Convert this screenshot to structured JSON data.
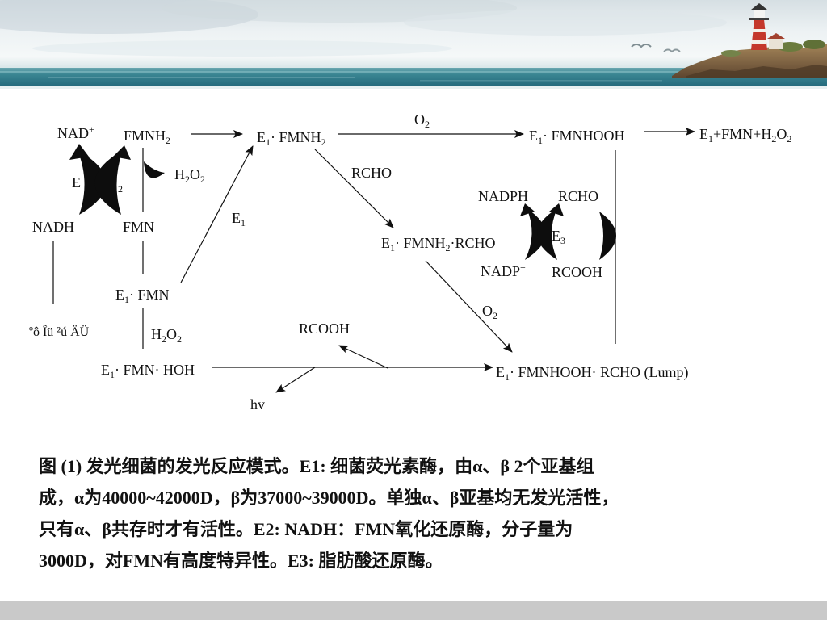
{
  "banner": {
    "illustration": "seascape-lighthouse"
  },
  "colors": {
    "sea": "#357f8c",
    "footer_bar": "#c9c9c9",
    "diagram_ink": "#111111"
  },
  "diagram": {
    "nodes": {
      "e1_fmnh2": [
        "E",
        {
          "sub": "1"
        },
        "· FMNH",
        {
          "sub": "2"
        }
      ],
      "e1_fmnhooh": [
        "E",
        {
          "sub": "1"
        },
        "· FMNHOOH"
      ],
      "products": [
        "E",
        {
          "sub": "1"
        },
        "+FMN+H",
        {
          "sub": "2"
        },
        "O",
        {
          "sub": "2"
        }
      ],
      "e1_fmnh2_rcho": [
        "E",
        {
          "sub": "1"
        },
        "· FMNH",
        {
          "sub": "2"
        },
        "·RCHO"
      ],
      "e1_fmn": [
        "E",
        {
          "sub": "1"
        },
        "· FMN"
      ],
      "e1_fmn_hoh": [
        "E",
        {
          "sub": "1"
        },
        "· FMN· HOH"
      ],
      "lump": [
        "E",
        {
          "sub": "1"
        },
        "· FMNHOOH· RCHO (Lump)"
      ]
    },
    "cofactors": {
      "nad_plus": [
        "NAD",
        {
          "sup": "+"
        }
      ],
      "fmnh2": [
        "FMNH",
        {
          "sub": "2"
        }
      ],
      "nadh": [
        "NADH"
      ],
      "fmn": [
        "FMN"
      ],
      "nadph": [
        "NADPH"
      ],
      "nadp_plus": [
        "NADP",
        {
          "sup": "+"
        }
      ],
      "rcho_e3": [
        "RCHO"
      ],
      "rcooh_e3": [
        "RCOOH"
      ]
    },
    "reagents": {
      "o2_top": [
        "O",
        {
          "sub": "2"
        }
      ],
      "rcho_branch": [
        "RCHO"
      ],
      "h2o2_upper": [
        "H",
        {
          "sub": "2"
        },
        "O",
        {
          "sub": "2"
        }
      ],
      "o2_lower": [
        "O",
        {
          "sub": "2"
        }
      ],
      "rcooh_branch": [
        "RCOOH"
      ],
      "h2o2_lower": [
        "H",
        {
          "sub": "2"
        },
        "O",
        {
          "sub": "2"
        }
      ],
      "hv": [
        "hv"
      ]
    },
    "enzymes": {
      "e1": [
        "E",
        {
          "sub": "1"
        }
      ],
      "e2_letter": [
        "E"
      ],
      "e2_subscript": [
        {
          "sub": "2"
        }
      ],
      "e3": [
        "E",
        {
          "sub": "3"
        }
      ]
    },
    "garbled_label": "ºô Îü ²ú ÄÜ"
  },
  "caption": {
    "lines": [
      "图 (1) 发光细菌的发光反应模式。E1: 细菌荧光素酶，由α、β 2个亚基组",
      "成，α为40000~42000D，β为37000~39000D。单独α、β亚基均无发光活性，",
      "只有α、β共存时才有活性。E2: NADH：FMN氧化还原酶，分子量为",
      "3000D，对FMN有高度特异性。E3: 脂肪酸还原酶。"
    ]
  }
}
